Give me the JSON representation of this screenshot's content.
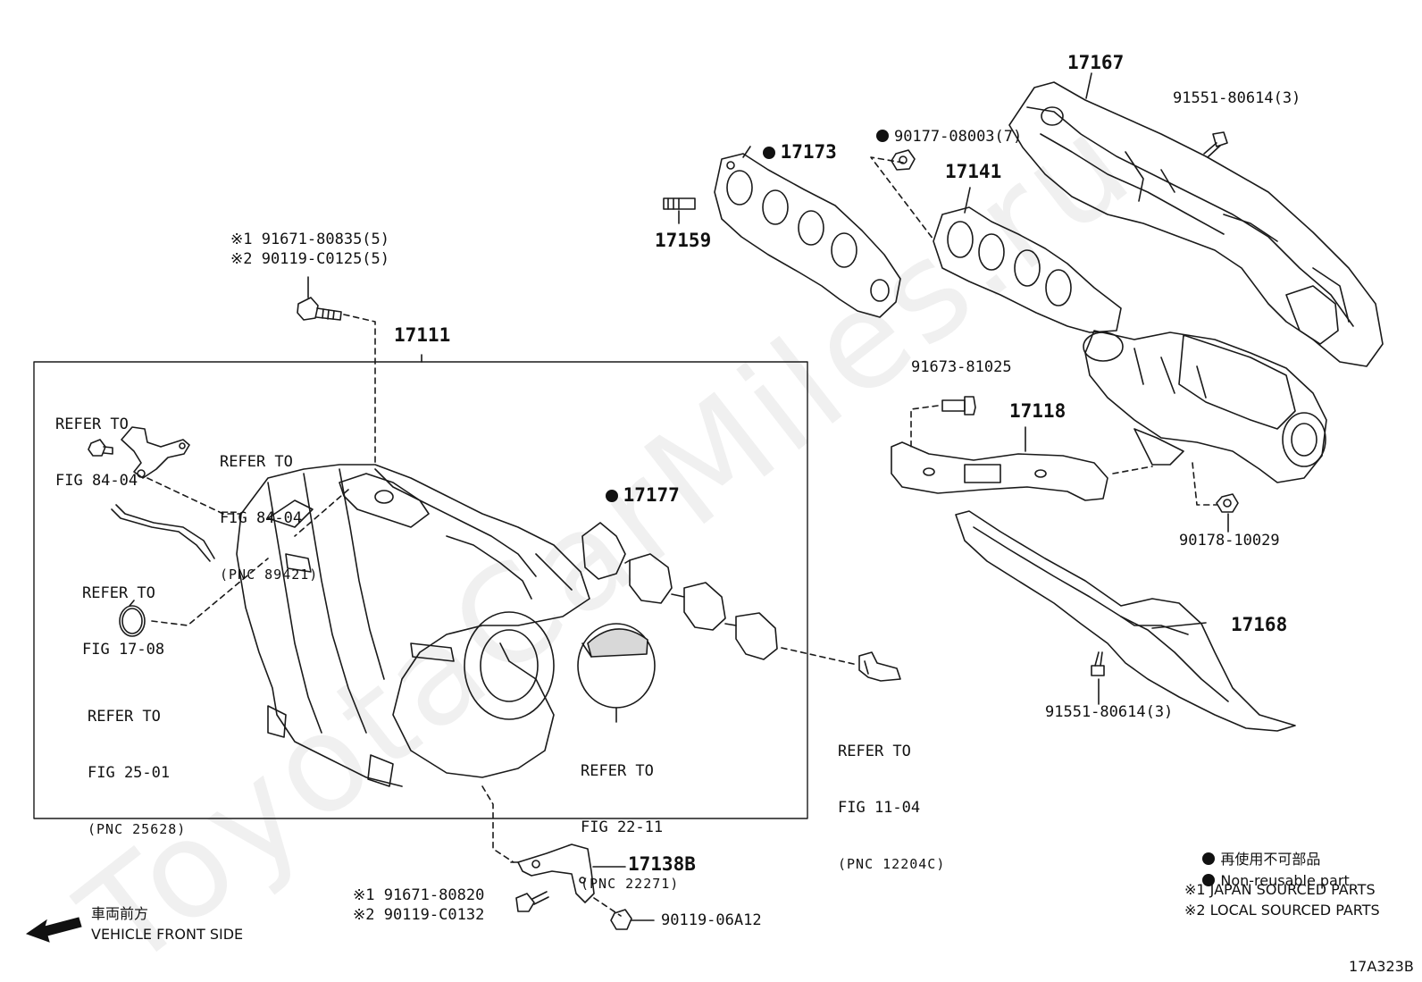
{
  "watermark": "ToyotaCarMiles.ru",
  "parts": {
    "p17167": "17167",
    "p17141": "17141",
    "p17173": "17173",
    "p17159": "17159",
    "p17111": "17111",
    "p17118": "17118",
    "p17177": "17177",
    "p17168": "17168",
    "p17138b": "17138B",
    "bolt_90177": "90177-08003(7)",
    "bolt_91551_top": "91551-80614(3)",
    "bolt_91551_bottom": "91551-80614(3)",
    "bolt_91673": "91673-81025",
    "nut_90178": "90178-10029",
    "bolt_90119_06a12": "90119-06A12",
    "bolt_top_j": "※1 91671-80835(5)",
    "bolt_top_l": "※2 90119-C0125(5)",
    "bolt_bottom_j": "※1 91671-80820",
    "bolt_bottom_l": "※2 90119-C0132"
  },
  "refs": {
    "r8404a_1": "REFER TO",
    "r8404a_2": "FIG 84-04",
    "r8404b_1": "REFER TO",
    "r8404b_2": "FIG 84-04",
    "r8404b_3": "(PNC 89421)",
    "r1708_1": "REFER TO",
    "r1708_2": "FIG 17-08",
    "r2501_1": "REFER TO",
    "r2501_2": "FIG 25-01",
    "r2501_3": "(PNC 25628)",
    "r2211_1": "REFER TO",
    "r2211_2": "FIG 22-11",
    "r2211_3": "(PNC 22271)",
    "r1104_1": "REFER TO",
    "r1104_2": "FIG 11-04",
    "r1104_3": "(PNC 12204C)"
  },
  "legend": {
    "nonreuse_jp": "再使用不可部品",
    "nonreuse_en": "Non-reusable part",
    "note1": "※1 JAPAN SOURCED PARTS",
    "note2": "※2 LOCAL SOURCED PARTS"
  },
  "front": {
    "jp": "車両前方",
    "en": "VEHICLE FRONT SIDE"
  },
  "figure_code": "17A323B"
}
